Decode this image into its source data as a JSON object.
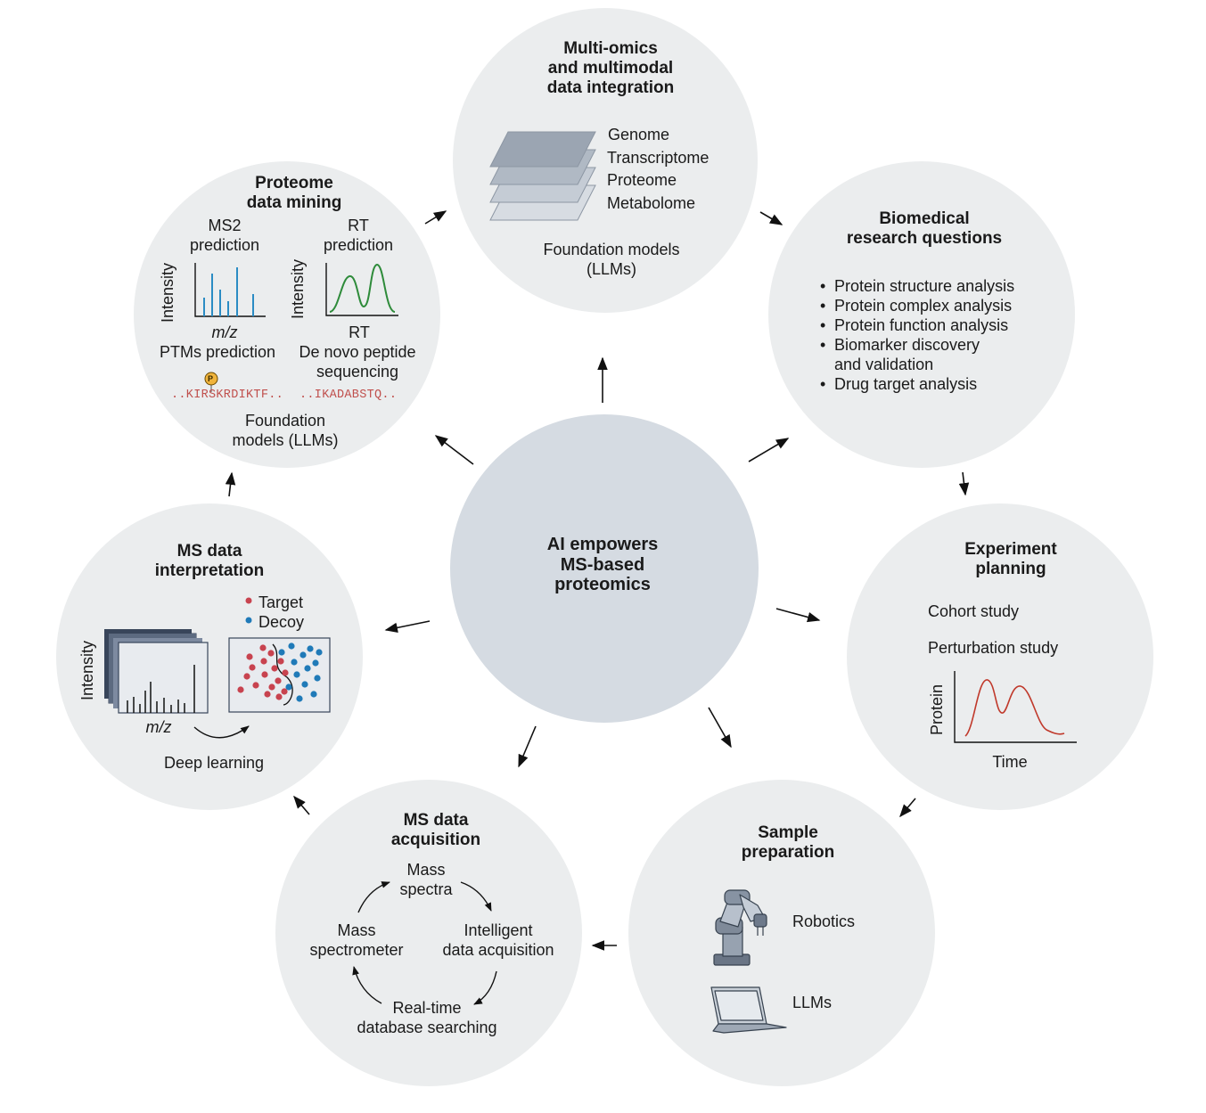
{
  "center": {
    "title": "AI empowers\nMS-based\nproteomics"
  },
  "multiomics": {
    "title": "Multi-omics\nand multimodal\ndata integration",
    "layers": [
      "Genome",
      "Transcriptome",
      "Proteome",
      "Metabolome"
    ],
    "footer": "Foundation models\n(LLMs)"
  },
  "biomedical": {
    "title": "Biomedical\nresearch questions",
    "items": [
      "Protein structure analysis",
      "Protein complex analysis",
      "Protein function analysis",
      "Biomarker discovery\nand validation",
      "Drug target analysis"
    ]
  },
  "experiment": {
    "title": "Experiment\nplanning",
    "items": [
      "Cohort study",
      "Perturbation study"
    ],
    "ylabel": "Protein",
    "xlabel": "Time"
  },
  "sample": {
    "title": "Sample\npreparation",
    "items": [
      "Robotics",
      "LLMs"
    ],
    "icons": [
      "robot-arm-icon",
      "laptop-icon"
    ]
  },
  "acquisition": {
    "title": "MS data\nacquisition",
    "cycle": [
      "Mass\nspectra",
      "Intelligent\ndata acquisition",
      "Real-time\ndatabase searching",
      "Mass\nspectrometer"
    ]
  },
  "interpretation": {
    "title": "MS data\ninterpretation",
    "legend": [
      "Target",
      "Decoy"
    ],
    "ylabel": "Intensity",
    "xlabel": "m/z",
    "footer": "Deep learning",
    "colors": {
      "target": "#c8434f",
      "decoy": "#1f7ab8"
    }
  },
  "mining": {
    "title": "Proteome\ndata mining",
    "ms2": {
      "label": "MS2\nprediction",
      "ylabel": "Intensity",
      "xlabel": "m/z"
    },
    "rt": {
      "label": "RT\nprediction",
      "ylabel": "Intensity",
      "xlabel": "RT"
    },
    "ptm": {
      "label": "PTMs prediction",
      "seq": "..KIRSKRDIKTF..",
      "badge": "P"
    },
    "denovo": {
      "label": "De novo peptide\nsequencing",
      "seq": "..IKADABSTQ.."
    },
    "footer": "Foundation\nmodels (LLMs)",
    "colors": {
      "ms2_peaks": "#2b8cc4",
      "rt_curve": "#2e8b3a",
      "sequence": "#c0504d",
      "badge": "#f0b43c"
    }
  }
}
